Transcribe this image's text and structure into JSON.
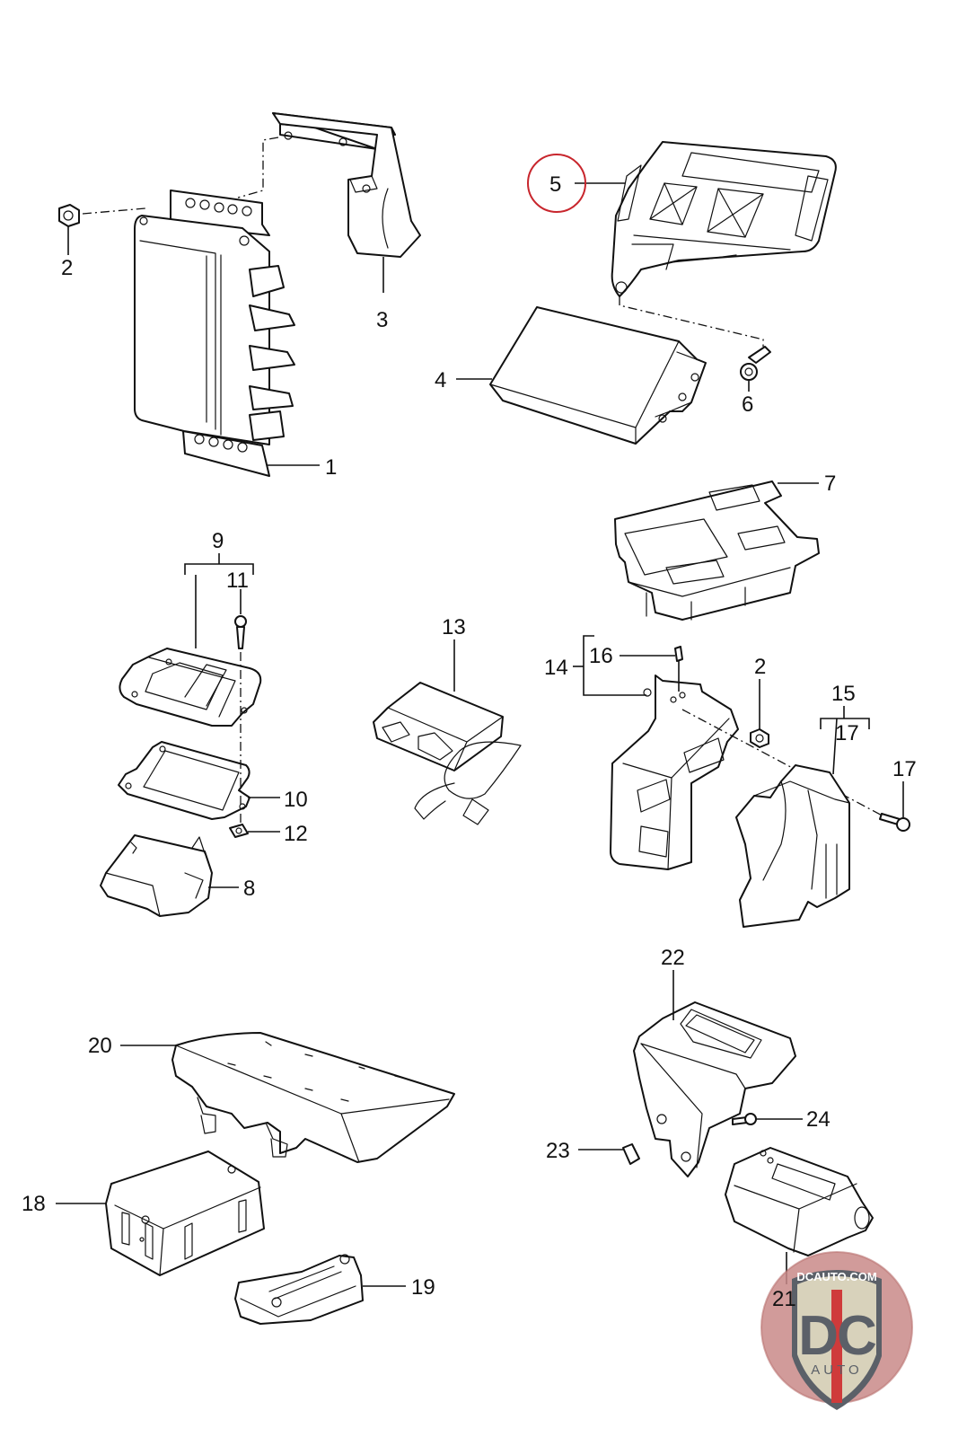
{
  "diagram": {
    "type": "exploded-parts-diagram",
    "subject": "Control units",
    "highlighted_part": "5",
    "callouts": [
      {
        "id": "1",
        "label": "1"
      },
      {
        "id": "2a",
        "label": "2"
      },
      {
        "id": "3",
        "label": "3"
      },
      {
        "id": "4",
        "label": "4"
      },
      {
        "id": "5",
        "label": "5"
      },
      {
        "id": "6",
        "label": "6"
      },
      {
        "id": "7",
        "label": "7"
      },
      {
        "id": "8",
        "label": "8"
      },
      {
        "id": "9",
        "label": "9"
      },
      {
        "id": "10",
        "label": "10"
      },
      {
        "id": "11",
        "label": "11"
      },
      {
        "id": "12",
        "label": "12"
      },
      {
        "id": "13",
        "label": "13"
      },
      {
        "id": "14",
        "label": "14"
      },
      {
        "id": "15",
        "label": "15"
      },
      {
        "id": "16",
        "label": "16"
      },
      {
        "id": "17a",
        "label": "17"
      },
      {
        "id": "17b",
        "label": "17"
      },
      {
        "id": "2b",
        "label": "2"
      },
      {
        "id": "18",
        "label": "18"
      },
      {
        "id": "19",
        "label": "19"
      },
      {
        "id": "20",
        "label": "20"
      },
      {
        "id": "21",
        "label": "21"
      },
      {
        "id": "22",
        "label": "22"
      },
      {
        "id": "23",
        "label": "23"
      },
      {
        "id": "24",
        "label": "24"
      }
    ],
    "assemblies": [
      {
        "label": "9",
        "includes": [
          "11"
        ]
      },
      {
        "label": "14",
        "includes": [
          "16"
        ]
      },
      {
        "label": "15",
        "includes": [
          "17"
        ]
      }
    ]
  },
  "watermark": {
    "site": "DCAUTO.COM",
    "monogram": "DC",
    "sub": "AUTO",
    "colors": {
      "badge_bg": "#d8d2bb",
      "badge_border": "#5b6068",
      "accent_red": "#cf3b3b",
      "disc": "#c98a88"
    }
  },
  "colors": {
    "line": "#111111",
    "highlight_circle": "#c8262d",
    "background": "#ffffff"
  }
}
